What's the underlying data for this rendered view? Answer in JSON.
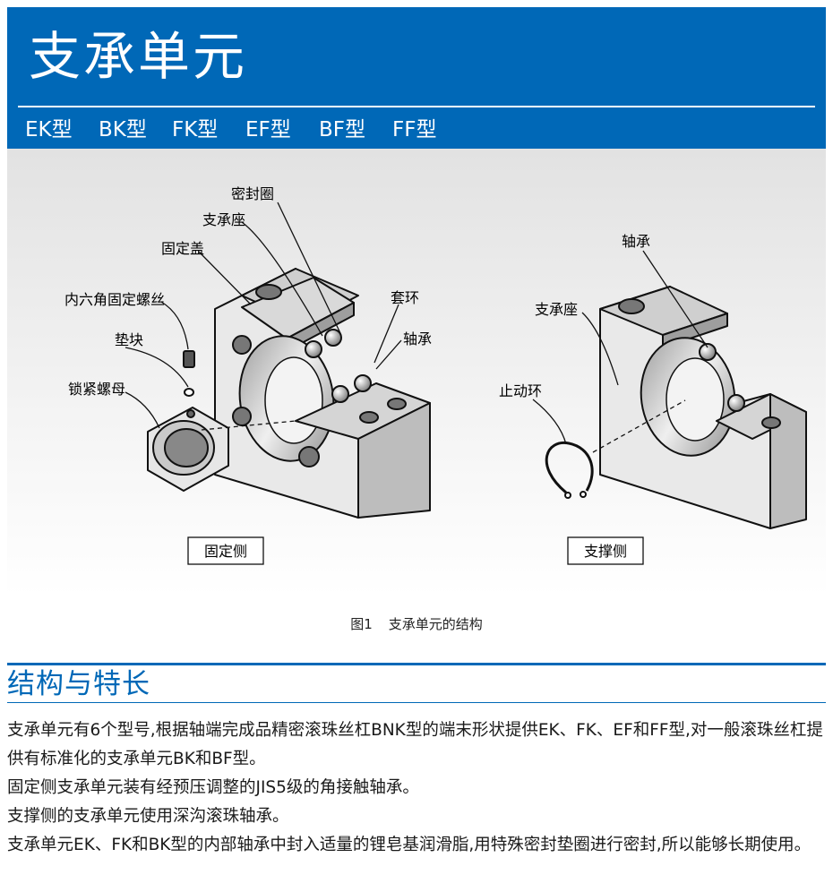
{
  "header": {
    "title": "支承单元",
    "types": [
      "EK型",
      "BK型",
      "FK型",
      "EF型",
      "BF型",
      "FF型"
    ]
  },
  "figure": {
    "fixed_side": {
      "labels": {
        "seal": "密封圈",
        "housing": "支承座",
        "cover": "固定盖",
        "hex_screw": "内六角固定螺丝",
        "collar": "套环",
        "bearing": "轴承",
        "pad": "垫块",
        "locknut": "锁紧螺母"
      },
      "box_label": "固定侧"
    },
    "support_side": {
      "labels": {
        "bearing": "轴承",
        "housing": "支承座",
        "snap_ring": "止动环"
      },
      "box_label": "支撑侧"
    },
    "caption_number": "图1",
    "caption_text": "支承单元的结构"
  },
  "section": {
    "title": "结构与特长",
    "paragraphs": [
      "支承单元有6个型号,根据轴端完成品精密滚珠丝杠BNK型的端末形状提供EK、FK、EF和FF型,对一般滚珠丝杠提供有标准化的支承单元BK和BF型。",
      "固定侧支承单元装有经预压调整的JIS5级的角接触轴承。",
      "支撑侧的支承单元使用深沟滚珠轴承。",
      "支承单元EK、FK和BK型的内部轴承中封入适量的锂皂基润滑脂,用特殊密封垫圈进行密封,所以能够长期使用。"
    ]
  },
  "colors": {
    "brand_blue": "#0068b7",
    "header_text": "#ffffff"
  }
}
